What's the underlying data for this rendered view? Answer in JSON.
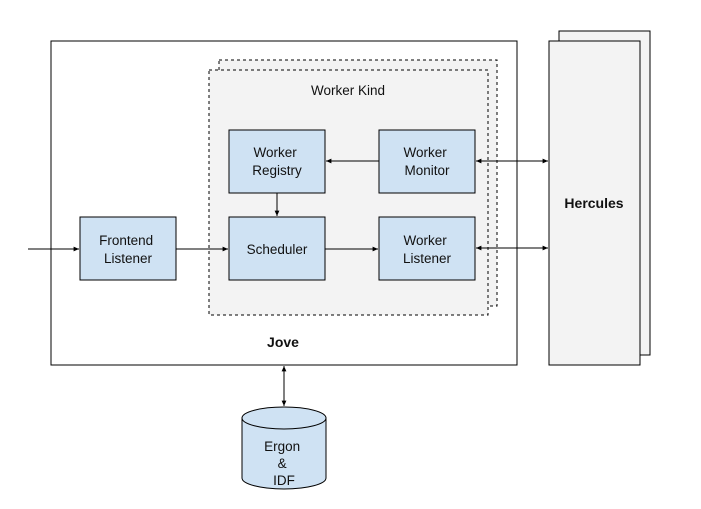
{
  "jove": {
    "label": "Jove"
  },
  "worker_kind": {
    "label": "Worker Kind"
  },
  "frontend_listener": {
    "line1": "Frontend",
    "line2": "Listener"
  },
  "worker_registry": {
    "line1": "Worker",
    "line2": "Registry"
  },
  "worker_monitor": {
    "line1": "Worker",
    "line2": "Monitor"
  },
  "scheduler": {
    "label": "Scheduler"
  },
  "worker_listener": {
    "line1": "Worker",
    "line2": "Listener"
  },
  "hercules": {
    "label": "Hercules"
  },
  "ergon": {
    "line1": "Ergon",
    "line2": "&",
    "line3": "IDF"
  },
  "colors": {
    "component_fill": "#cfe2f3",
    "worker_kind_fill": "#f3f3f3",
    "stroke": "#000000"
  }
}
